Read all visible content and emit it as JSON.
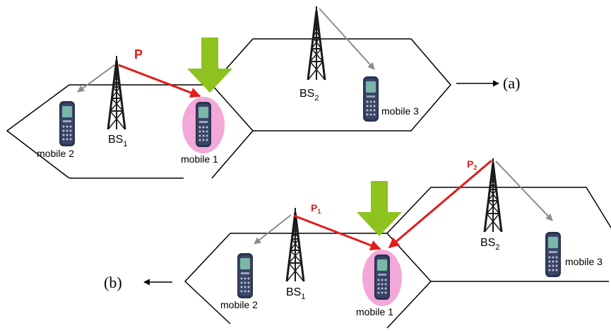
{
  "colors": {
    "cell_outline": "#000000",
    "tower": "#1a1a1a",
    "power_arrow": "#e31b1b",
    "link_arrow": "#8c8c8c",
    "handoff_arrow": "#8dc21f",
    "highlight": "#f2a8d8",
    "phone_body": "#2a3350",
    "phone_screen": "#7ab7a8"
  },
  "labels": {
    "a": {
      "power": "P",
      "bs1_main": "BS",
      "bs1_sub": "1",
      "bs2_main": "BS",
      "bs2_sub": "2",
      "mobile1": "mobile 1",
      "mobile2": "mobile 2",
      "mobile3": "mobile 3",
      "tag": "(a)"
    },
    "b": {
      "p1_main": "P",
      "p1_sub": "1",
      "p2_main": "P",
      "p2_sub": "2",
      "bs1_main": "BS",
      "bs1_sub": "1",
      "bs2_main": "BS",
      "bs2_sub": "2",
      "mobile1": "mobile 1",
      "mobile2": "mobile 2",
      "mobile3": "mobile 3",
      "tag": "(b)"
    }
  },
  "icons": [
    "cell-tower-icon",
    "mobile-phone-icon",
    "handoff-arrow-icon"
  ]
}
